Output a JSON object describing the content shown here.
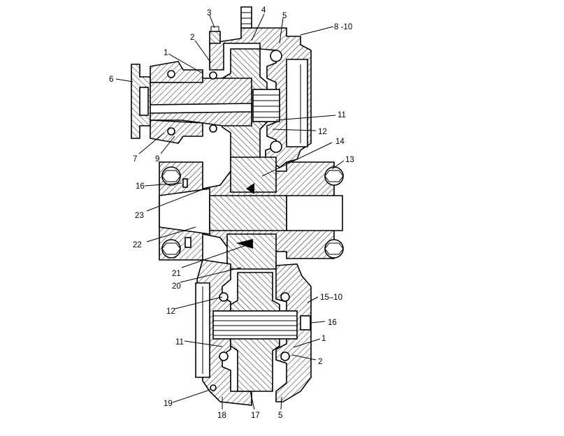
{
  "labels": [
    {
      "id": "3",
      "text": "3"
    },
    {
      "id": "4",
      "text": "4"
    },
    {
      "id": "5t",
      "text": "5"
    },
    {
      "id": "8-10",
      "text": "8 -10"
    },
    {
      "id": "2t",
      "text": "2"
    },
    {
      "id": "1t",
      "text": "1"
    },
    {
      "id": "6",
      "text": "6"
    },
    {
      "id": "11t",
      "text": "11"
    },
    {
      "id": "12t",
      "text": "12"
    },
    {
      "id": "7",
      "text": "7"
    },
    {
      "id": "9",
      "text": "9"
    },
    {
      "id": "14",
      "text": "14"
    },
    {
      "id": "13",
      "text": "13"
    },
    {
      "id": "16l",
      "text": "16"
    },
    {
      "id": "23",
      "text": "23"
    },
    {
      "id": "22",
      "text": "22"
    },
    {
      "id": "21",
      "text": "21"
    },
    {
      "id": "20",
      "text": "20"
    },
    {
      "id": "15-10",
      "text": "15–10"
    },
    {
      "id": "12b",
      "text": "12"
    },
    {
      "id": "16r",
      "text": "16"
    },
    {
      "id": "11b",
      "text": "11"
    },
    {
      "id": "1b",
      "text": "1"
    },
    {
      "id": "2b",
      "text": "2"
    },
    {
      "id": "19",
      "text": "19"
    },
    {
      "id": "18",
      "text": "18"
    },
    {
      "id": "17",
      "text": "17"
    },
    {
      "id": "5b",
      "text": "5"
    }
  ]
}
